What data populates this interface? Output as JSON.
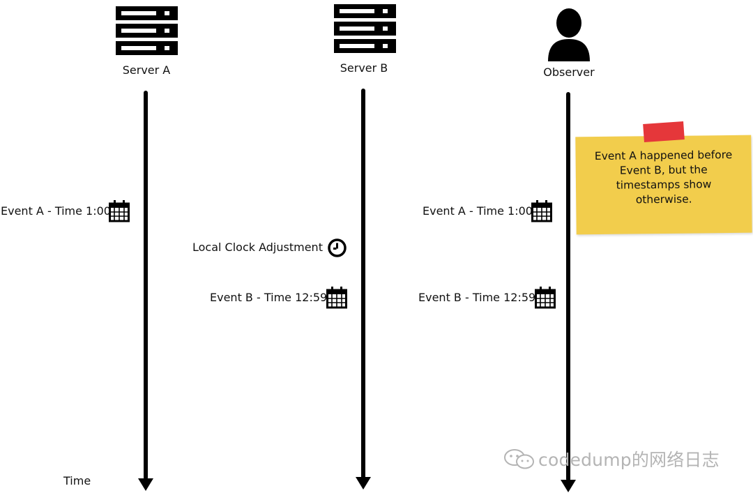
{
  "lanes": {
    "server_a": "Server A",
    "server_b": "Server B",
    "observer": "Observer"
  },
  "server_a_events": {
    "event_a": "Event A - Time 1:00"
  },
  "server_b_events": {
    "clock_adjustment": "Local Clock Adjustment",
    "event_b": "Event B - Time 12:59"
  },
  "observer_events": {
    "event_a": "Event A - Time 1:00",
    "event_b": "Event B - Time 12:59"
  },
  "note": {
    "line1": "Event A happened before",
    "line2": "Event B, but the",
    "line3": "timestamps show",
    "line4": "otherwise."
  },
  "axis_label": "Time",
  "watermark": "codedump的网络日志",
  "colors": {
    "line": "#000000",
    "note": "#f2cd4c",
    "tape": "#e5373a",
    "watermark": "#b4b4b4"
  },
  "icons": [
    "server-icon",
    "user-icon",
    "calendar-icon",
    "clock-icon",
    "chat-bubble-icon"
  ]
}
